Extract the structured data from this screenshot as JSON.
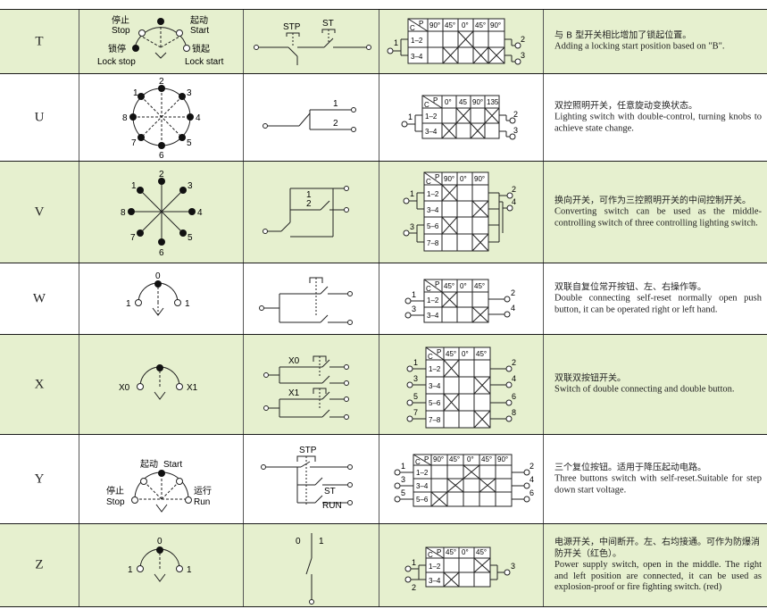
{
  "rows": [
    {
      "code": "T",
      "pos_labels": {
        "tl_cn": "停止",
        "tl_en": "Stop",
        "tr_cn": "起动",
        "tr_en": "Start",
        "bl_cn": "锁停",
        "bl_en": "Lock stop",
        "br_cn": "锁起",
        "br_en": "Lock start"
      },
      "wiring_labels": [
        "STP",
        "ST"
      ],
      "chart": {
        "cols": [
          "90°",
          "45°",
          "0°",
          "45°",
          "90°"
        ],
        "rows": [
          "1–2",
          "3–4"
        ],
        "terminals": [
          "1",
          "2",
          "3"
        ]
      },
      "desc_cn": "与 B 型开关相比增加了锁起位置。",
      "desc_en": "Adding a locking start position based on \"B\"."
    },
    {
      "code": "U",
      "pos_labels": {
        "nums": [
          "1",
          "2",
          "3",
          "4",
          "5",
          "6",
          "7",
          "8"
        ]
      },
      "wiring_labels": [
        "1",
        "2"
      ],
      "chart": {
        "cols": [
          "0°",
          "45",
          "90°",
          "135"
        ],
        "rows": [
          "1–2",
          "3–4"
        ],
        "terminals": [
          "1",
          "2",
          "3"
        ]
      },
      "desc_cn": "双控照明开关，任意旋动变换状态。",
      "desc_en": "Lighting switch with double-control, turning knobs to achieve state change."
    },
    {
      "code": "V",
      "pos_labels": {
        "nums": [
          "1",
          "2",
          "3",
          "4",
          "5",
          "6",
          "7",
          "8"
        ]
      },
      "wiring_labels": [
        "1",
        "2"
      ],
      "chart": {
        "cols": [
          "90°",
          "0°",
          "90°"
        ],
        "rows": [
          "1–2",
          "3–4",
          "5–6",
          "7–8"
        ],
        "terminals": [
          "1",
          "2",
          "4",
          "3"
        ]
      },
      "desc_cn": "换向开关，可作为三控照明开关的中间控制开关。",
      "desc_en": "Converting switch can  be used as the middle-controlling switch of three controlling lighting switch."
    },
    {
      "code": "W",
      "pos_labels": {
        "left": "1",
        "top": "0",
        "right": "1"
      },
      "wiring_labels": [],
      "chart": {
        "cols": [
          "45°",
          "0°",
          "45°"
        ],
        "rows": [
          "1–2",
          "3–4"
        ],
        "terminals": [
          "1",
          "3",
          "2",
          "4"
        ]
      },
      "desc_cn": "双联自复位常开按钮、左、右操作等。",
      "desc_en": "Double connecting self-reset normally open push button, it can be operated right or left hand."
    },
    {
      "code": "X",
      "pos_labels": {
        "left": "X0",
        "right": "X1"
      },
      "wiring_labels": [
        "X0",
        "X1"
      ],
      "chart": {
        "cols": [
          "45°",
          "0°",
          "45°"
        ],
        "rows": [
          "1–2",
          "3–4",
          "5–6",
          "7–8"
        ],
        "terminals": [
          "1",
          "3",
          "5",
          "7",
          "2",
          "4",
          "6",
          "8"
        ]
      },
      "desc_cn": "双联双按钮开关。",
      "desc_en": "Switch of double connecting and double button."
    },
    {
      "code": "Y",
      "pos_labels": {
        "top_cn": "起动",
        "top_en": "Start",
        "l_cn": "停止",
        "l_en": "Stop",
        "r_cn": "运行",
        "r_en": "Run"
      },
      "wiring_labels": [
        "STP",
        "ST",
        "RUN"
      ],
      "chart": {
        "cols": [
          "90°",
          "45°",
          "0°",
          "45°",
          "90°"
        ],
        "rows": [
          "1–2",
          "3–4",
          "5–6"
        ],
        "terminals": [
          "1",
          "3",
          "5",
          "2",
          "4",
          "6"
        ]
      },
      "desc_cn": "三个复位按钮。适用于降压起动电路。",
      "desc_en": "Three buttons switch with self-reset.Suitable for step down start voltage."
    },
    {
      "code": "Z",
      "pos_labels": {
        "left": "1",
        "top": "0",
        "right": "1"
      },
      "wiring_labels": [
        "0",
        "1"
      ],
      "chart": {
        "cols": [
          "45°",
          "0°",
          "45°"
        ],
        "rows": [
          "1–2",
          "3–4"
        ],
        "terminals": [
          "1",
          "2",
          "3"
        ]
      },
      "desc_cn": "电源开关，中间断开。左、右均接通。可作为防爆消防开关（红色）。",
      "desc_en": "Power supply switch, open in the middle. The right and left position are connected, it can be used as explosion-proof or fire fighting switch. (red)"
    }
  ],
  "chart_header": {
    "p": "P",
    "c": "C"
  }
}
